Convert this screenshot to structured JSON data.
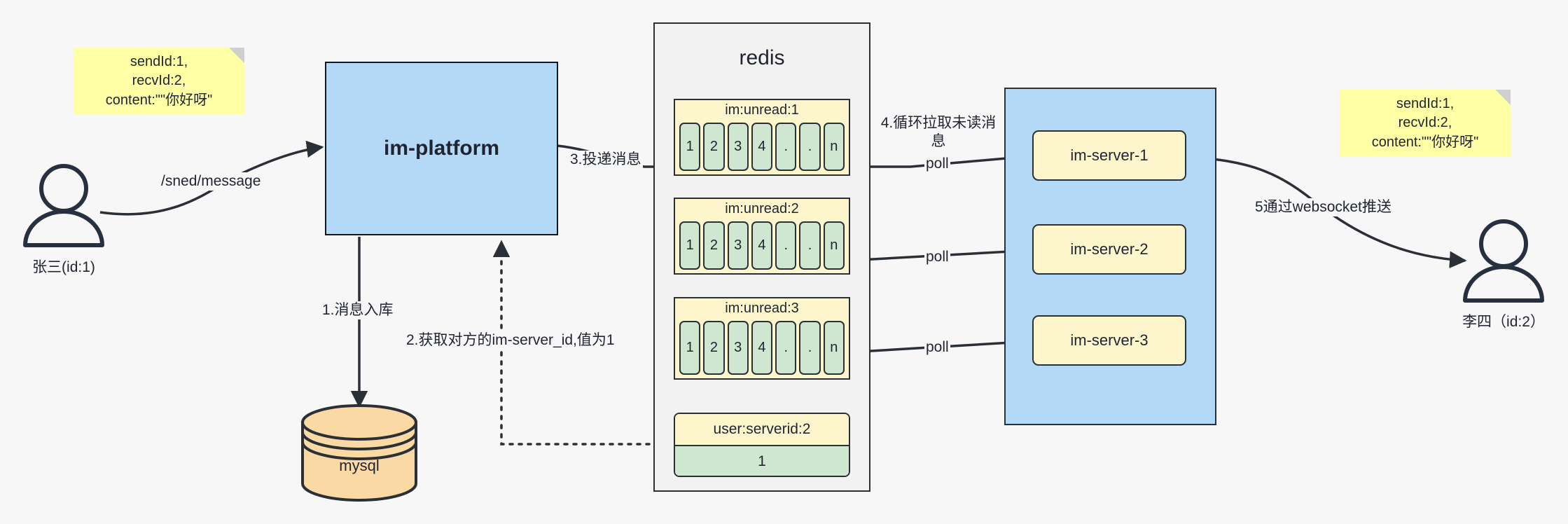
{
  "diagram": {
    "title": "IM message delivery architecture",
    "colors": {
      "background": "#f7f7f8",
      "sticky": "#ffffa6",
      "blue": "#b3d9f7",
      "yellow": "#fdf6cd",
      "green": "#cfe7d0",
      "orange": "#fbd9a5",
      "stroke": "#2b2f36",
      "grey_panel": "#f2f2f2"
    }
  },
  "actors": {
    "sender": {
      "label": "张三(id:1)",
      "note": "sendId:1,\nrecvId:2,\ncontent:\"\"你好呀\""
    },
    "receiver": {
      "label": "李四（id:2）",
      "note": "sendId:1,\nrecvId:2,\ncontent:\"\"你好呀\""
    }
  },
  "platform": {
    "label": "im-platform"
  },
  "database": {
    "label": "mysql"
  },
  "redis": {
    "title": "redis",
    "queues": [
      {
        "key": "im:unread:1",
        "cells": [
          "1",
          "2",
          "3",
          "4",
          ".",
          ".",
          "n"
        ]
      },
      {
        "key": "im:unread:2",
        "cells": [
          "1",
          "2",
          "3",
          "4",
          ".",
          ".",
          "n"
        ]
      },
      {
        "key": "im:unread:3",
        "cells": [
          "1",
          "2",
          "3",
          "4",
          ".",
          ".",
          "n"
        ]
      }
    ],
    "kv": {
      "key": "user:serverid:2",
      "value": "1"
    }
  },
  "cluster": {
    "servers": [
      {
        "label": "im-server-1"
      },
      {
        "label": "im-server-2"
      },
      {
        "label": "im-server-3"
      }
    ]
  },
  "edges": {
    "send_message": "/sned/message",
    "step1": "1.消息入库",
    "step2": "2.获取对方的im-server_id,值为1",
    "step3": "3.投递消息",
    "step4": "4.循环拉取未读消\n息",
    "poll1": "poll",
    "poll2": "poll",
    "poll3": "poll",
    "step5": "5通过websocket推送"
  }
}
